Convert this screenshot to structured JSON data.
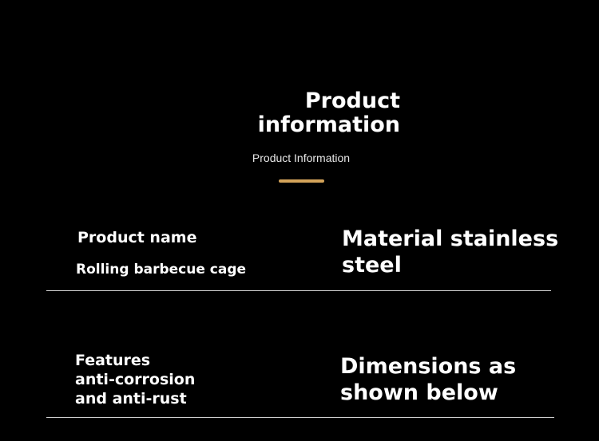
{
  "header": {
    "title_line1": "Product",
    "title_line2": "information",
    "subtitle": "Product Information"
  },
  "rows": [
    {
      "left_label": "Product name",
      "left_value": "Rolling barbecue cage",
      "right_line1": "Material stainless",
      "right_line2": "steel"
    },
    {
      "left_line1": "Features",
      "left_line2": "anti-corrosion",
      "left_line3": "and anti-rust",
      "right_line1": "Dimensions as",
      "right_line2": "shown below"
    }
  ],
  "colors": {
    "background": "#000000",
    "text": "#ffffff",
    "accent": "#d4a35a",
    "divider": "#cfcfcf"
  }
}
